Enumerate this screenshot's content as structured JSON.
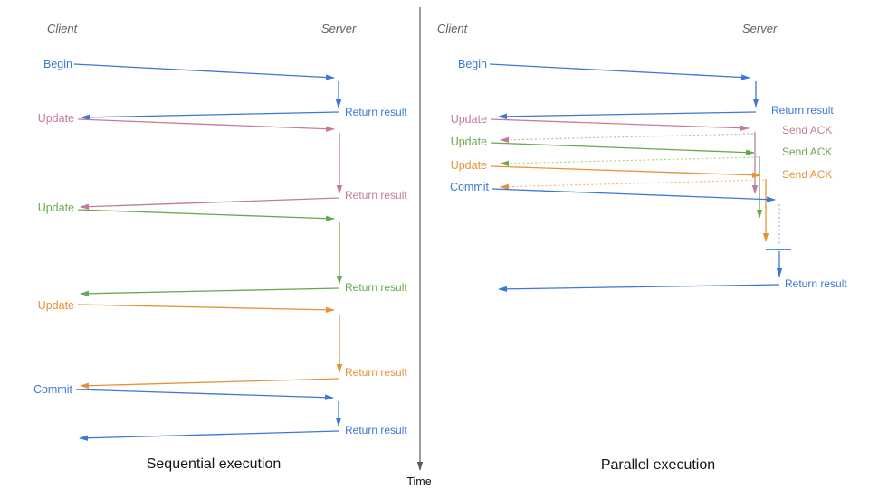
{
  "diagram": {
    "left_panel": {
      "caption": "Sequential execution",
      "client_header": "Client",
      "server_header": "Server",
      "messages": [
        {
          "request": "Begin",
          "response": "Return result",
          "color": "#3c78d8"
        },
        {
          "request": "Update",
          "response": "Return result",
          "color": "#c27ba0"
        },
        {
          "request": "Update",
          "response": "Return result",
          "color": "#6aa84f"
        },
        {
          "request": "Update",
          "response": "Return result",
          "color": "#e69138"
        },
        {
          "request": "Commit",
          "response": "Return result",
          "color": "#3c78d8"
        }
      ]
    },
    "right_panel": {
      "caption": "Parallel execution",
      "client_header": "Client",
      "server_header": "Server",
      "messages": [
        {
          "request": "Begin",
          "response": "Return result",
          "color": "#3c78d8"
        },
        {
          "request": "Update",
          "response": "Send ACK",
          "color": "#c27ba0"
        },
        {
          "request": "Update",
          "response": "Send ACK",
          "color": "#6aa84f"
        },
        {
          "request": "Update",
          "response": "Send ACK",
          "color": "#e69138"
        },
        {
          "request": "Commit",
          "response": "Return result",
          "color": "#3c78d8"
        }
      ]
    },
    "time_axis": {
      "label": "Time"
    },
    "colors": {
      "blue": "#3c78d8",
      "pink": "#c27ba0",
      "green": "#6aa84f",
      "orange": "#e69138",
      "blue_dotted": "#94b7ee",
      "pink_dotted": "#d5a6bd",
      "green_dotted": "#a9d18e",
      "orange_dotted": "#f4b678",
      "axis_gray": "#5a5a5a"
    }
  }
}
